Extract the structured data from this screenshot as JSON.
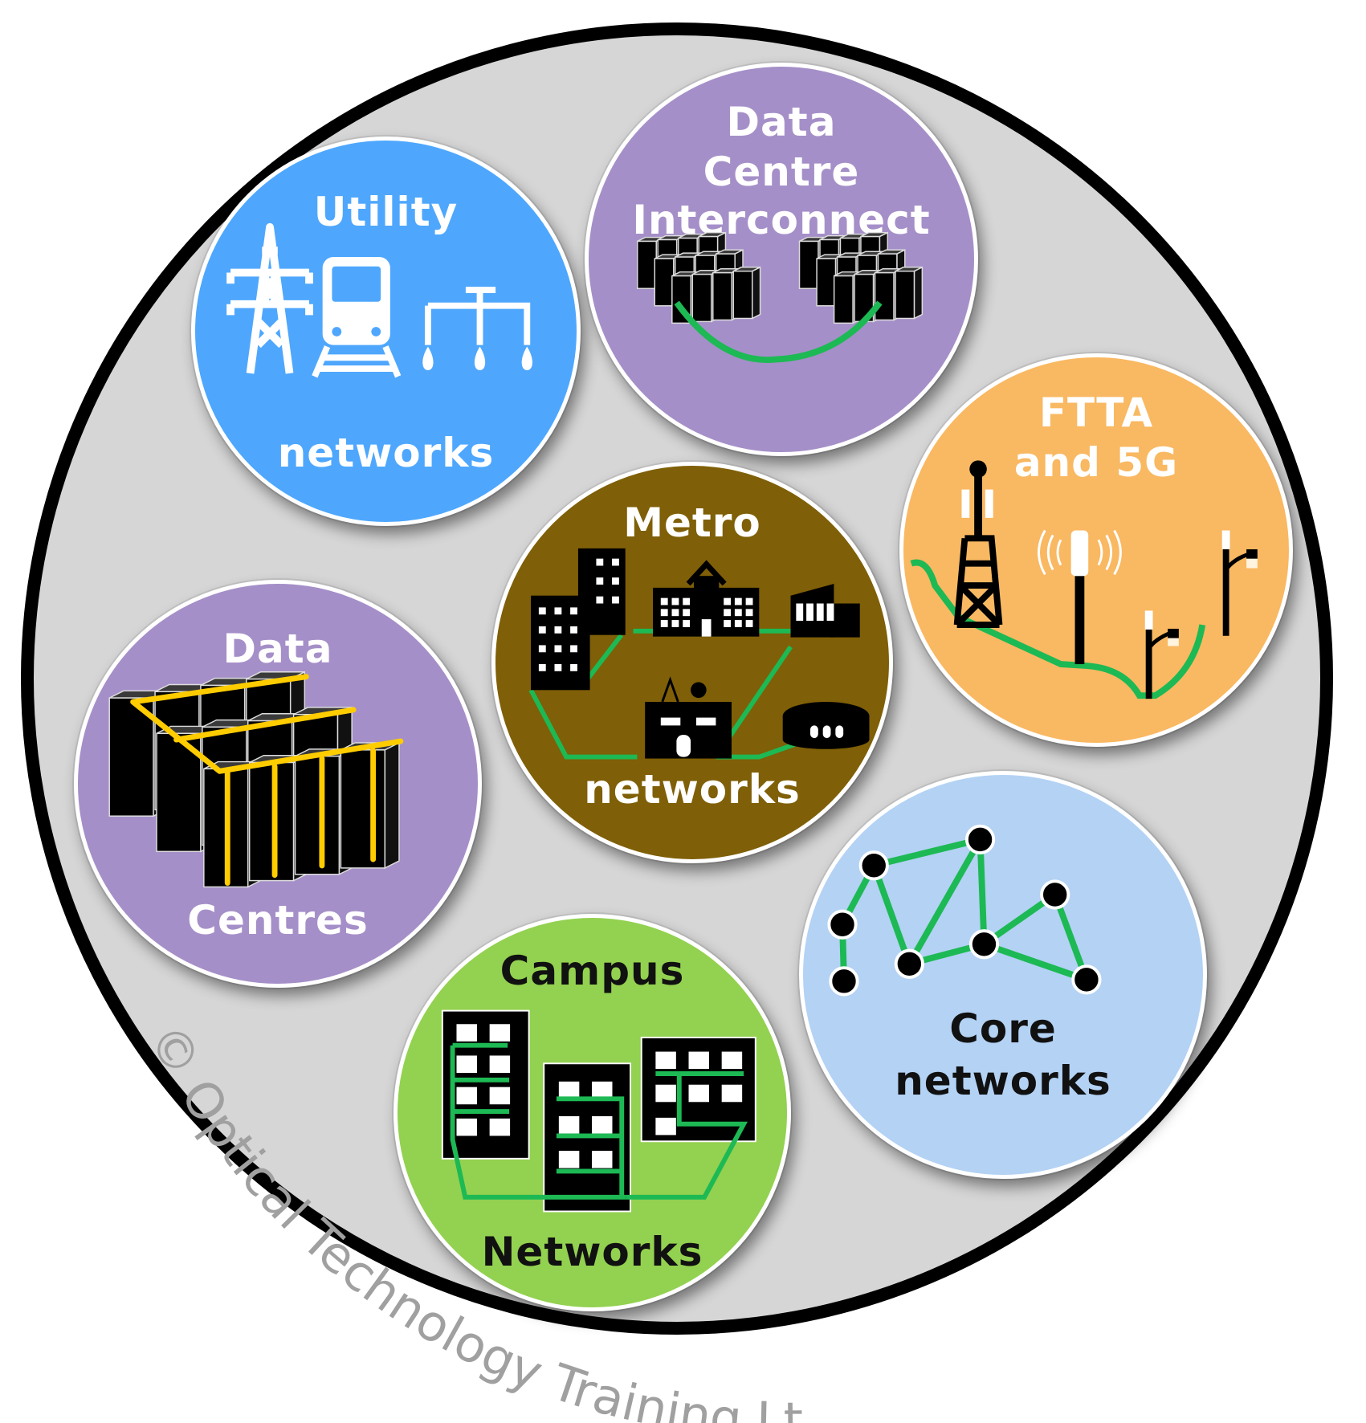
{
  "diagram": {
    "title": "Optical network application areas",
    "outer_ring_color": "#000000",
    "outer_fill_color": "#d6d6d6",
    "fibre_color": "#1db954",
    "cable_color": "#ffcc00"
  },
  "bubbles": [
    {
      "id": "utility",
      "lines_top": [
        "Utility"
      ],
      "lines_bottom": [
        "networks"
      ],
      "color": "#4ea7fd",
      "text_color": "#ffffff",
      "icons": [
        "power-pylon-icon",
        "train-icon",
        "water-distribution-icon"
      ]
    },
    {
      "id": "dci",
      "lines_top": [
        "Data",
        "Centre",
        "Interconnect"
      ],
      "lines_bottom": [],
      "color": "#a58fc8",
      "text_color": "#ffffff",
      "icons": [
        "server-rack-cluster-icon",
        "server-rack-cluster-icon",
        "fibre-link-icon"
      ]
    },
    {
      "id": "ftta",
      "lines_top": [
        "FTTA",
        "and 5G"
      ],
      "lines_bottom": [],
      "color": "#f9b862",
      "text_color": "#ffffff",
      "icons": [
        "cell-tower-icon",
        "small-cell-antenna-icon",
        "street-light-antenna-icon",
        "street-light-antenna-icon"
      ]
    },
    {
      "id": "metro",
      "lines_top": [
        "Metro"
      ],
      "lines_bottom": [
        "networks"
      ],
      "color": "#7f5f07",
      "text_color": "#ffffff",
      "icons": [
        "office-buildings-icon",
        "hospital-icon",
        "office-building-icon",
        "telecom-exchange-icon",
        "stadium-icon"
      ]
    },
    {
      "id": "datacentres",
      "lines_top": [
        "Data"
      ],
      "lines_bottom": [
        "Centres"
      ],
      "color": "#a58fc8",
      "text_color": "#ffffff",
      "icons": [
        "server-rack-rows-icon"
      ]
    },
    {
      "id": "core",
      "lines_top": [],
      "lines_bottom": [
        "Core",
        "networks"
      ],
      "color": "#b3d2f4",
      "text_color": "#111111",
      "icons": [
        "mesh-network-icon"
      ]
    },
    {
      "id": "campus",
      "lines_top": [
        "Campus"
      ],
      "lines_bottom": [
        "Networks"
      ],
      "color": "#93d150",
      "text_color": "#111111",
      "icons": [
        "campus-buildings-icon"
      ]
    }
  ],
  "copyright": "© Optical Technology Training Ltd"
}
